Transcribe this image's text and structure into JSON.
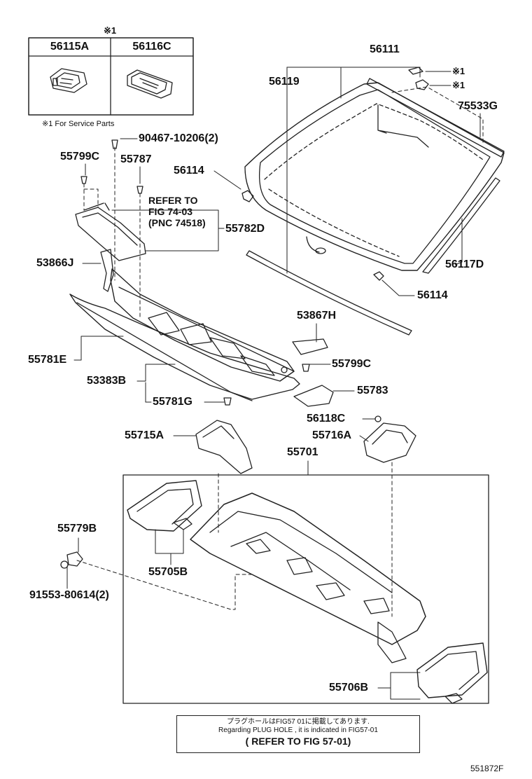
{
  "service_table": {
    "mark": "※1",
    "headers": [
      "56115A",
      "56116C"
    ],
    "footnote": "※1 For Service Parts"
  },
  "parts": {
    "p56111": "56111",
    "p56119": "56119",
    "p75533G": "75533G",
    "mark_1a": "※1",
    "mark_1b": "※1",
    "p90467": "90467-10206(2)",
    "p55799C_top": "55799C",
    "p55787": "55787",
    "p56114_top": "56114",
    "p55782D": "55782D",
    "p53866J": "53866J",
    "p56117D": "56117D",
    "p56114_bottom": "56114",
    "p53867H": "53867H",
    "p55781E": "55781E",
    "p55799C_mid": "55799C",
    "p53383B": "53383B",
    "p55783": "55783",
    "p55781G": "55781G",
    "p56118C": "56118C",
    "p55715A": "55715A",
    "p55716A": "55716A",
    "p55701": "55701",
    "p55779B": "55779B",
    "p55705B": "55705B",
    "p91553": "91553-80614(2)",
    "p55706B": "55706B"
  },
  "refer": {
    "line1": "REFER TO",
    "line2": "FIG 74-03",
    "line3": "(PNC 74518)"
  },
  "plug_note": {
    "line1": "プラグホールはFIG57 01に掲載してあります.",
    "line2": "Regarding PLUG HOLE , it is indicated in FIG57-01",
    "line3": "( REFER TO FIG 57-01)"
  },
  "figure_id": "551872F"
}
